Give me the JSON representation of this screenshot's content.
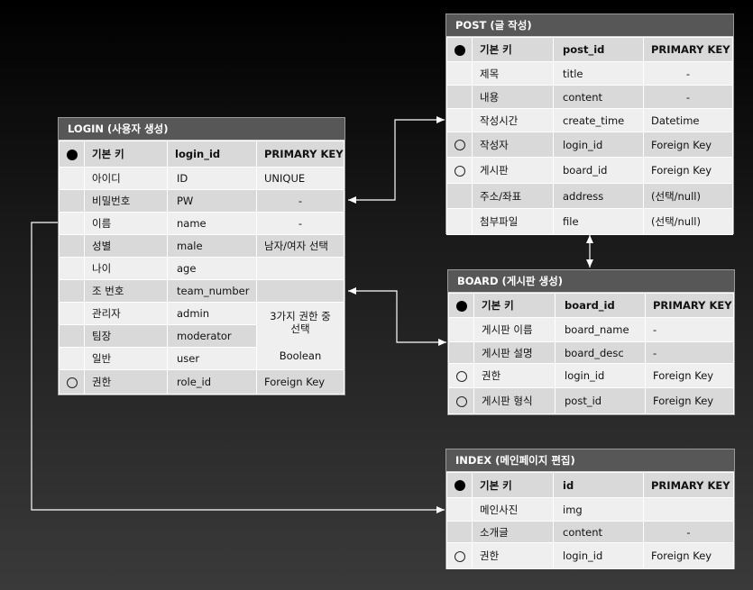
{
  "login": {
    "title": "LOGIN (사용자 생성)",
    "header": {
      "label": "기본 키",
      "field": "login_id",
      "type": "PRIMARY KEY"
    },
    "rows": [
      {
        "label": "아이디",
        "field": "ID",
        "type": "UNIQUE"
      },
      {
        "label": "비밀번호",
        "field": "PW",
        "type": "-"
      },
      {
        "label": "이름",
        "field": "name",
        "type": "-"
      },
      {
        "label": "성별",
        "field": "male",
        "type": "남자/여자 선택"
      },
      {
        "label": "나이",
        "field": "age",
        "type": ""
      },
      {
        "label": "조 번호",
        "field": "team_number",
        "type": ""
      },
      {
        "label": "관리자",
        "field": "admin"
      },
      {
        "label": "팀장",
        "field": "moderator"
      },
      {
        "label": "일반",
        "field": "user"
      },
      {
        "label": "권한",
        "field": "role_id",
        "type": "Foreign Key"
      }
    ],
    "merged_note": {
      "line1": "3가지 권한 중 선택",
      "line2": "Boolean"
    }
  },
  "post": {
    "title": "POST (글 작성)",
    "header": {
      "label": "기본 키",
      "field": "post_id",
      "type": "PRIMARY KEY"
    },
    "rows": [
      {
        "label": "제목",
        "field": "title",
        "type": "-"
      },
      {
        "label": "내용",
        "field": "content",
        "type": "-"
      },
      {
        "label": "작성시간",
        "field": "create_time",
        "type": "Datetime"
      },
      {
        "label": "작성자",
        "field": "login_id",
        "type": "Foreign Key"
      },
      {
        "label": "게시판",
        "field": "board_id",
        "type": "Foreign Key"
      },
      {
        "label": "주소/좌표",
        "field": "address",
        "type": "(선택/null)"
      },
      {
        "label": "첨부파일",
        "field": "file",
        "type": "(선택/null)"
      }
    ]
  },
  "board": {
    "title": "BOARD (게시판 생성)",
    "header": {
      "label": "기본 키",
      "field": "board_id",
      "type": "PRIMARY KEY"
    },
    "rows": [
      {
        "label": "게시판 이름",
        "field": "board_name",
        "type": "-"
      },
      {
        "label": "게시판 설명",
        "field": "board_desc",
        "type": "-"
      },
      {
        "label": "권한",
        "field": "login_id",
        "type": "Foreign Key"
      },
      {
        "label": "게시판 형식",
        "field": "post_id",
        "type": "Foreign Key"
      }
    ]
  },
  "index": {
    "title": "INDEX (메인페이지 편집)",
    "header": {
      "label": "기본 키",
      "field": "id",
      "type": "PRIMARY KEY"
    },
    "rows": [
      {
        "label": "메인사진",
        "field": "img",
        "type": ""
      },
      {
        "label": "소개글",
        "field": "content",
        "type": "-"
      },
      {
        "label": "권한",
        "field": "login_id",
        "type": "Foreign Key"
      }
    ]
  }
}
